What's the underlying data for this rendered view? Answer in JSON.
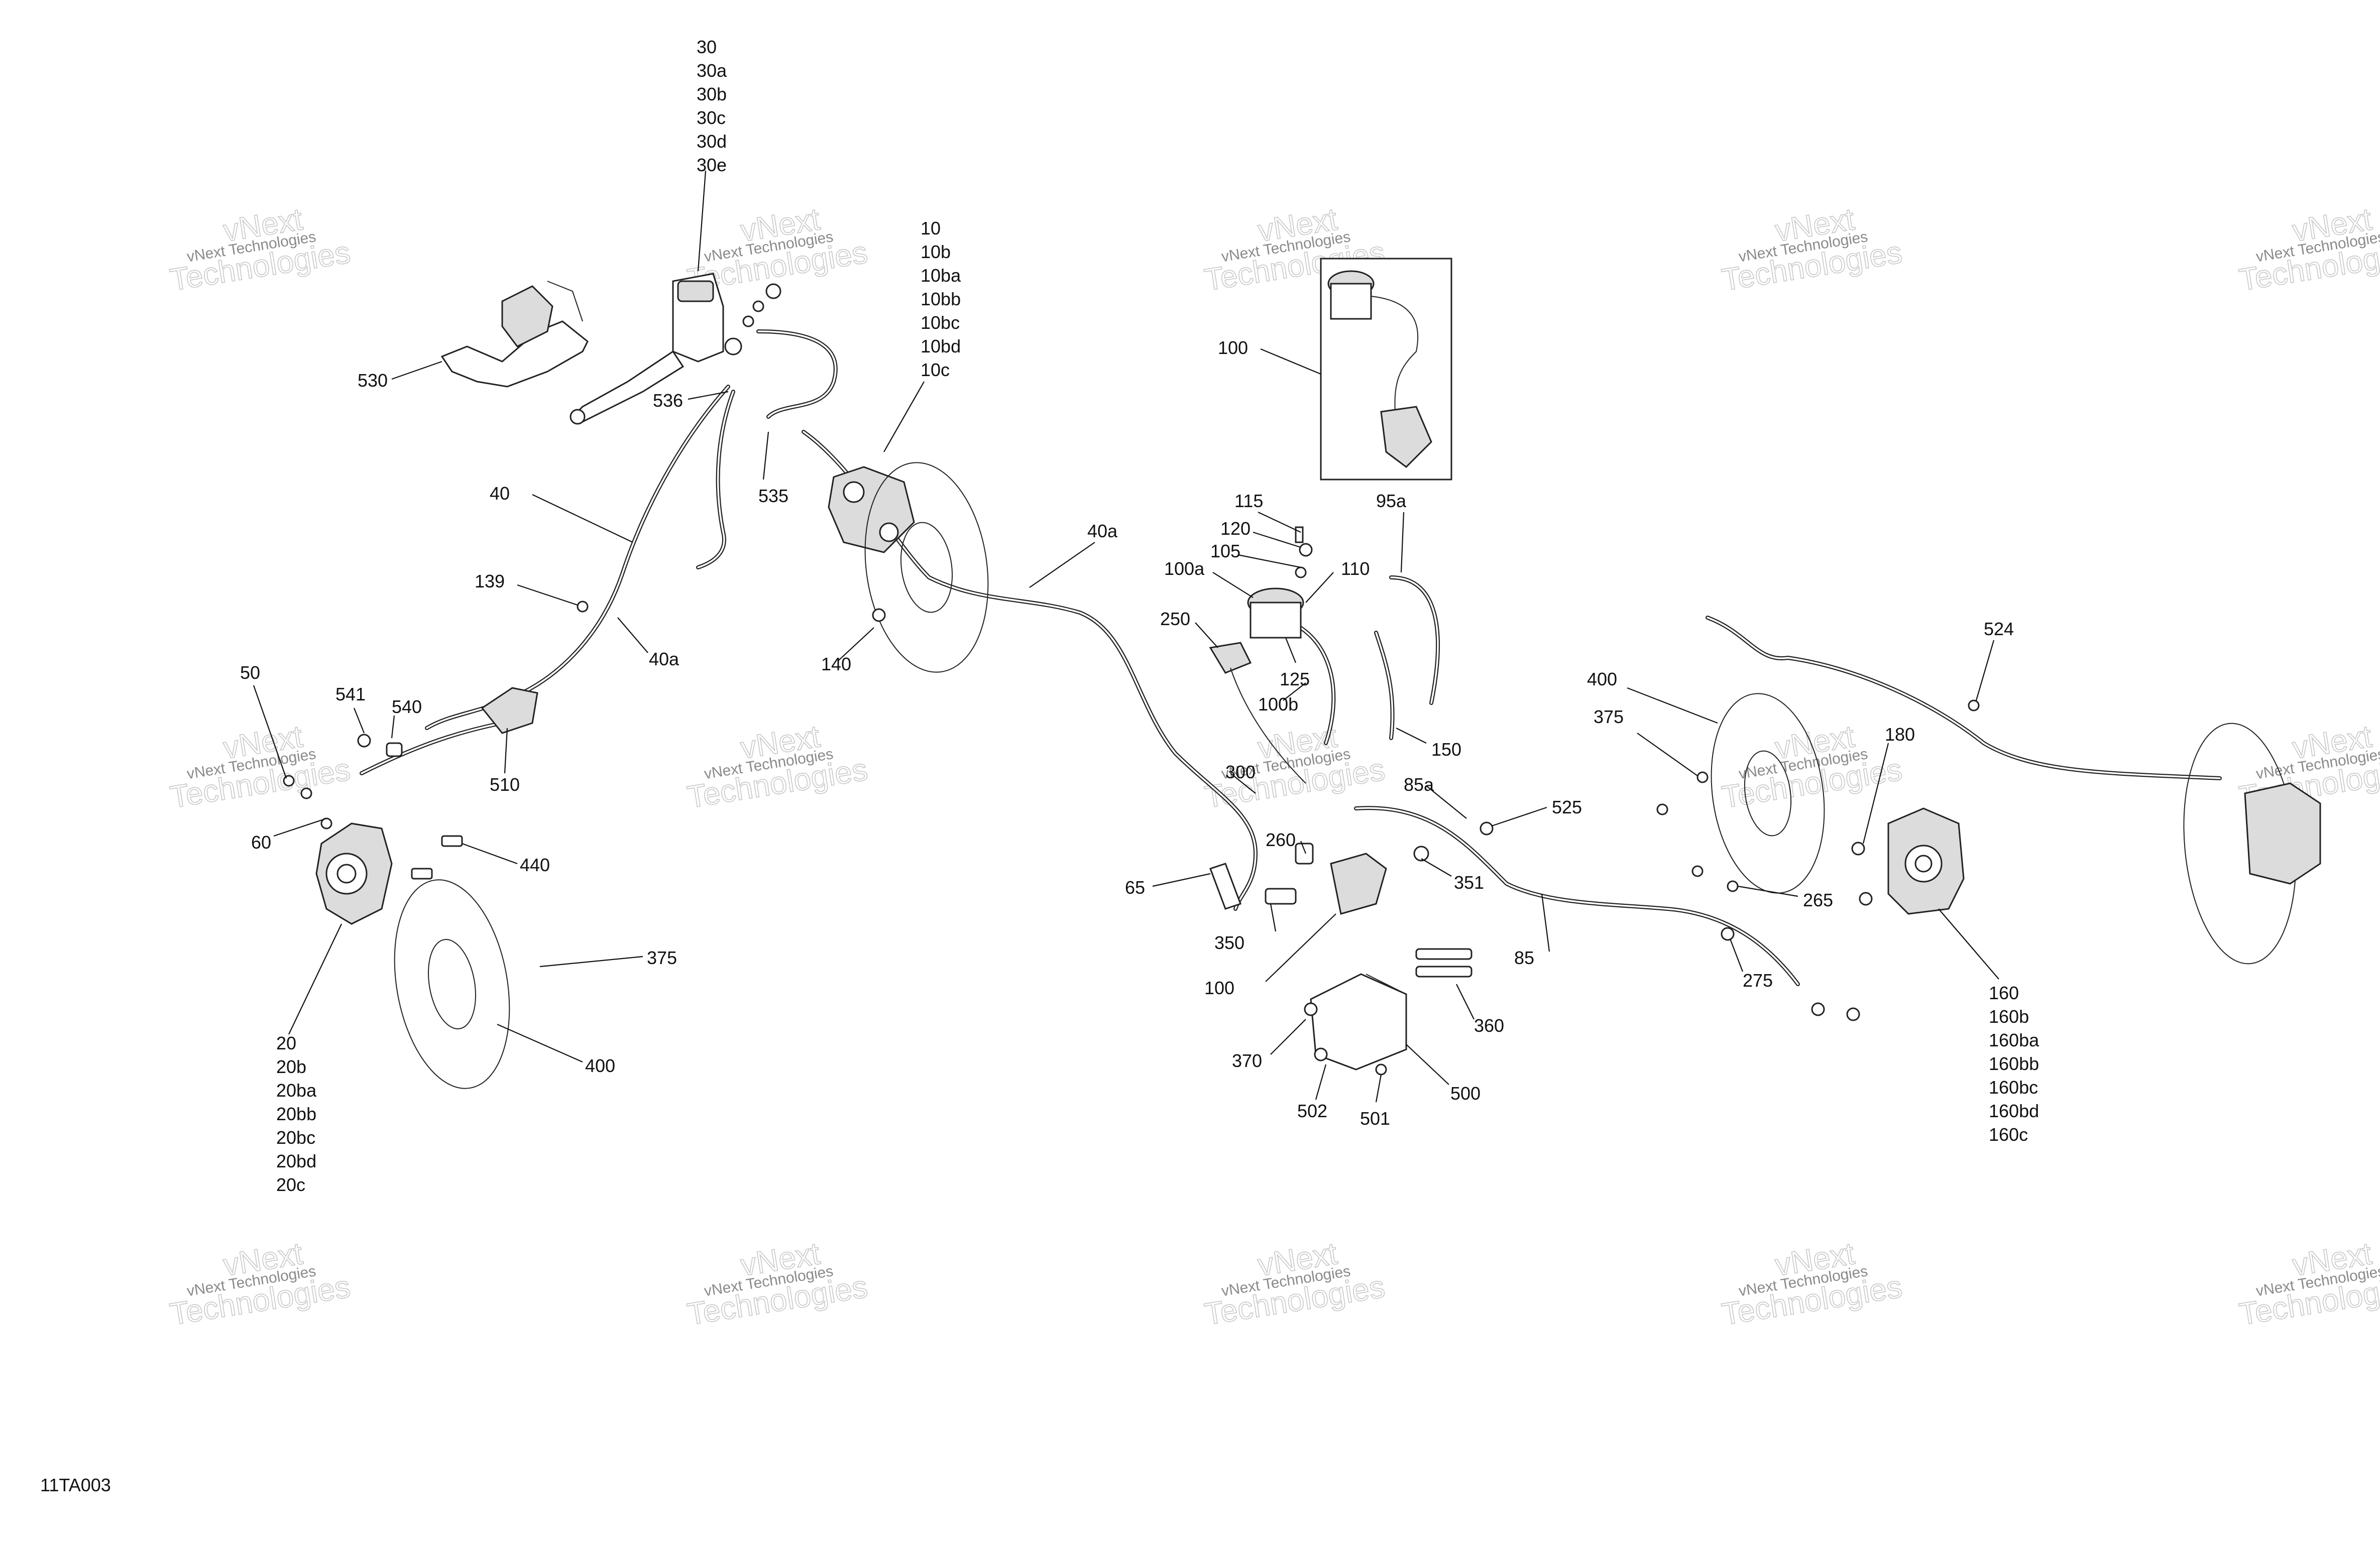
{
  "diagram_code": "11TA003",
  "watermark": {
    "line1": "vNext Technologies",
    "line2": "Technologies",
    "overlay": "vNext"
  },
  "labels": {
    "l30_group": [
      "30",
      "30a",
      "30b",
      "30c",
      "30d",
      "30e"
    ],
    "l10_group": [
      "10",
      "10b",
      "10ba",
      "10bb",
      "10bc",
      "10bd",
      "10c"
    ],
    "l20_group": [
      "20",
      "20b",
      "20ba",
      "20bb",
      "20bc",
      "20bd",
      "20c"
    ],
    "l160_group": [
      "160",
      "160b",
      "160ba",
      "160bb",
      "160bc",
      "160bd",
      "160c"
    ],
    "single": {
      "p530": "530",
      "p536": "536",
      "p535": "535",
      "p40": "40",
      "p139": "139",
      "p40a_1": "40a",
      "p40a_2": "40a",
      "p140": "140",
      "p50": "50",
      "p541": "541",
      "p540": "540",
      "p510": "510",
      "p60": "60",
      "p440": "440",
      "p375_1": "375",
      "p400_1": "400",
      "p100_box": "100",
      "p95a": "95a",
      "p115": "115",
      "p120": "120",
      "p105": "105",
      "p100a": "100a",
      "p110": "110",
      "p250": "250",
      "p125": "125",
      "p100b": "100b",
      "p150": "150",
      "p300": "300",
      "p85a": "85a",
      "p525": "525",
      "p260": "260",
      "p351": "351",
      "p65": "65",
      "p350": "350",
      "p100": "100",
      "p85": "85",
      "p360": "360",
      "p370": "370",
      "p502": "502",
      "p501": "501",
      "p500": "500",
      "p400_2": "400",
      "p375_2": "375",
      "p524": "524",
      "p180": "180",
      "p265": "265",
      "p275": "275"
    }
  }
}
